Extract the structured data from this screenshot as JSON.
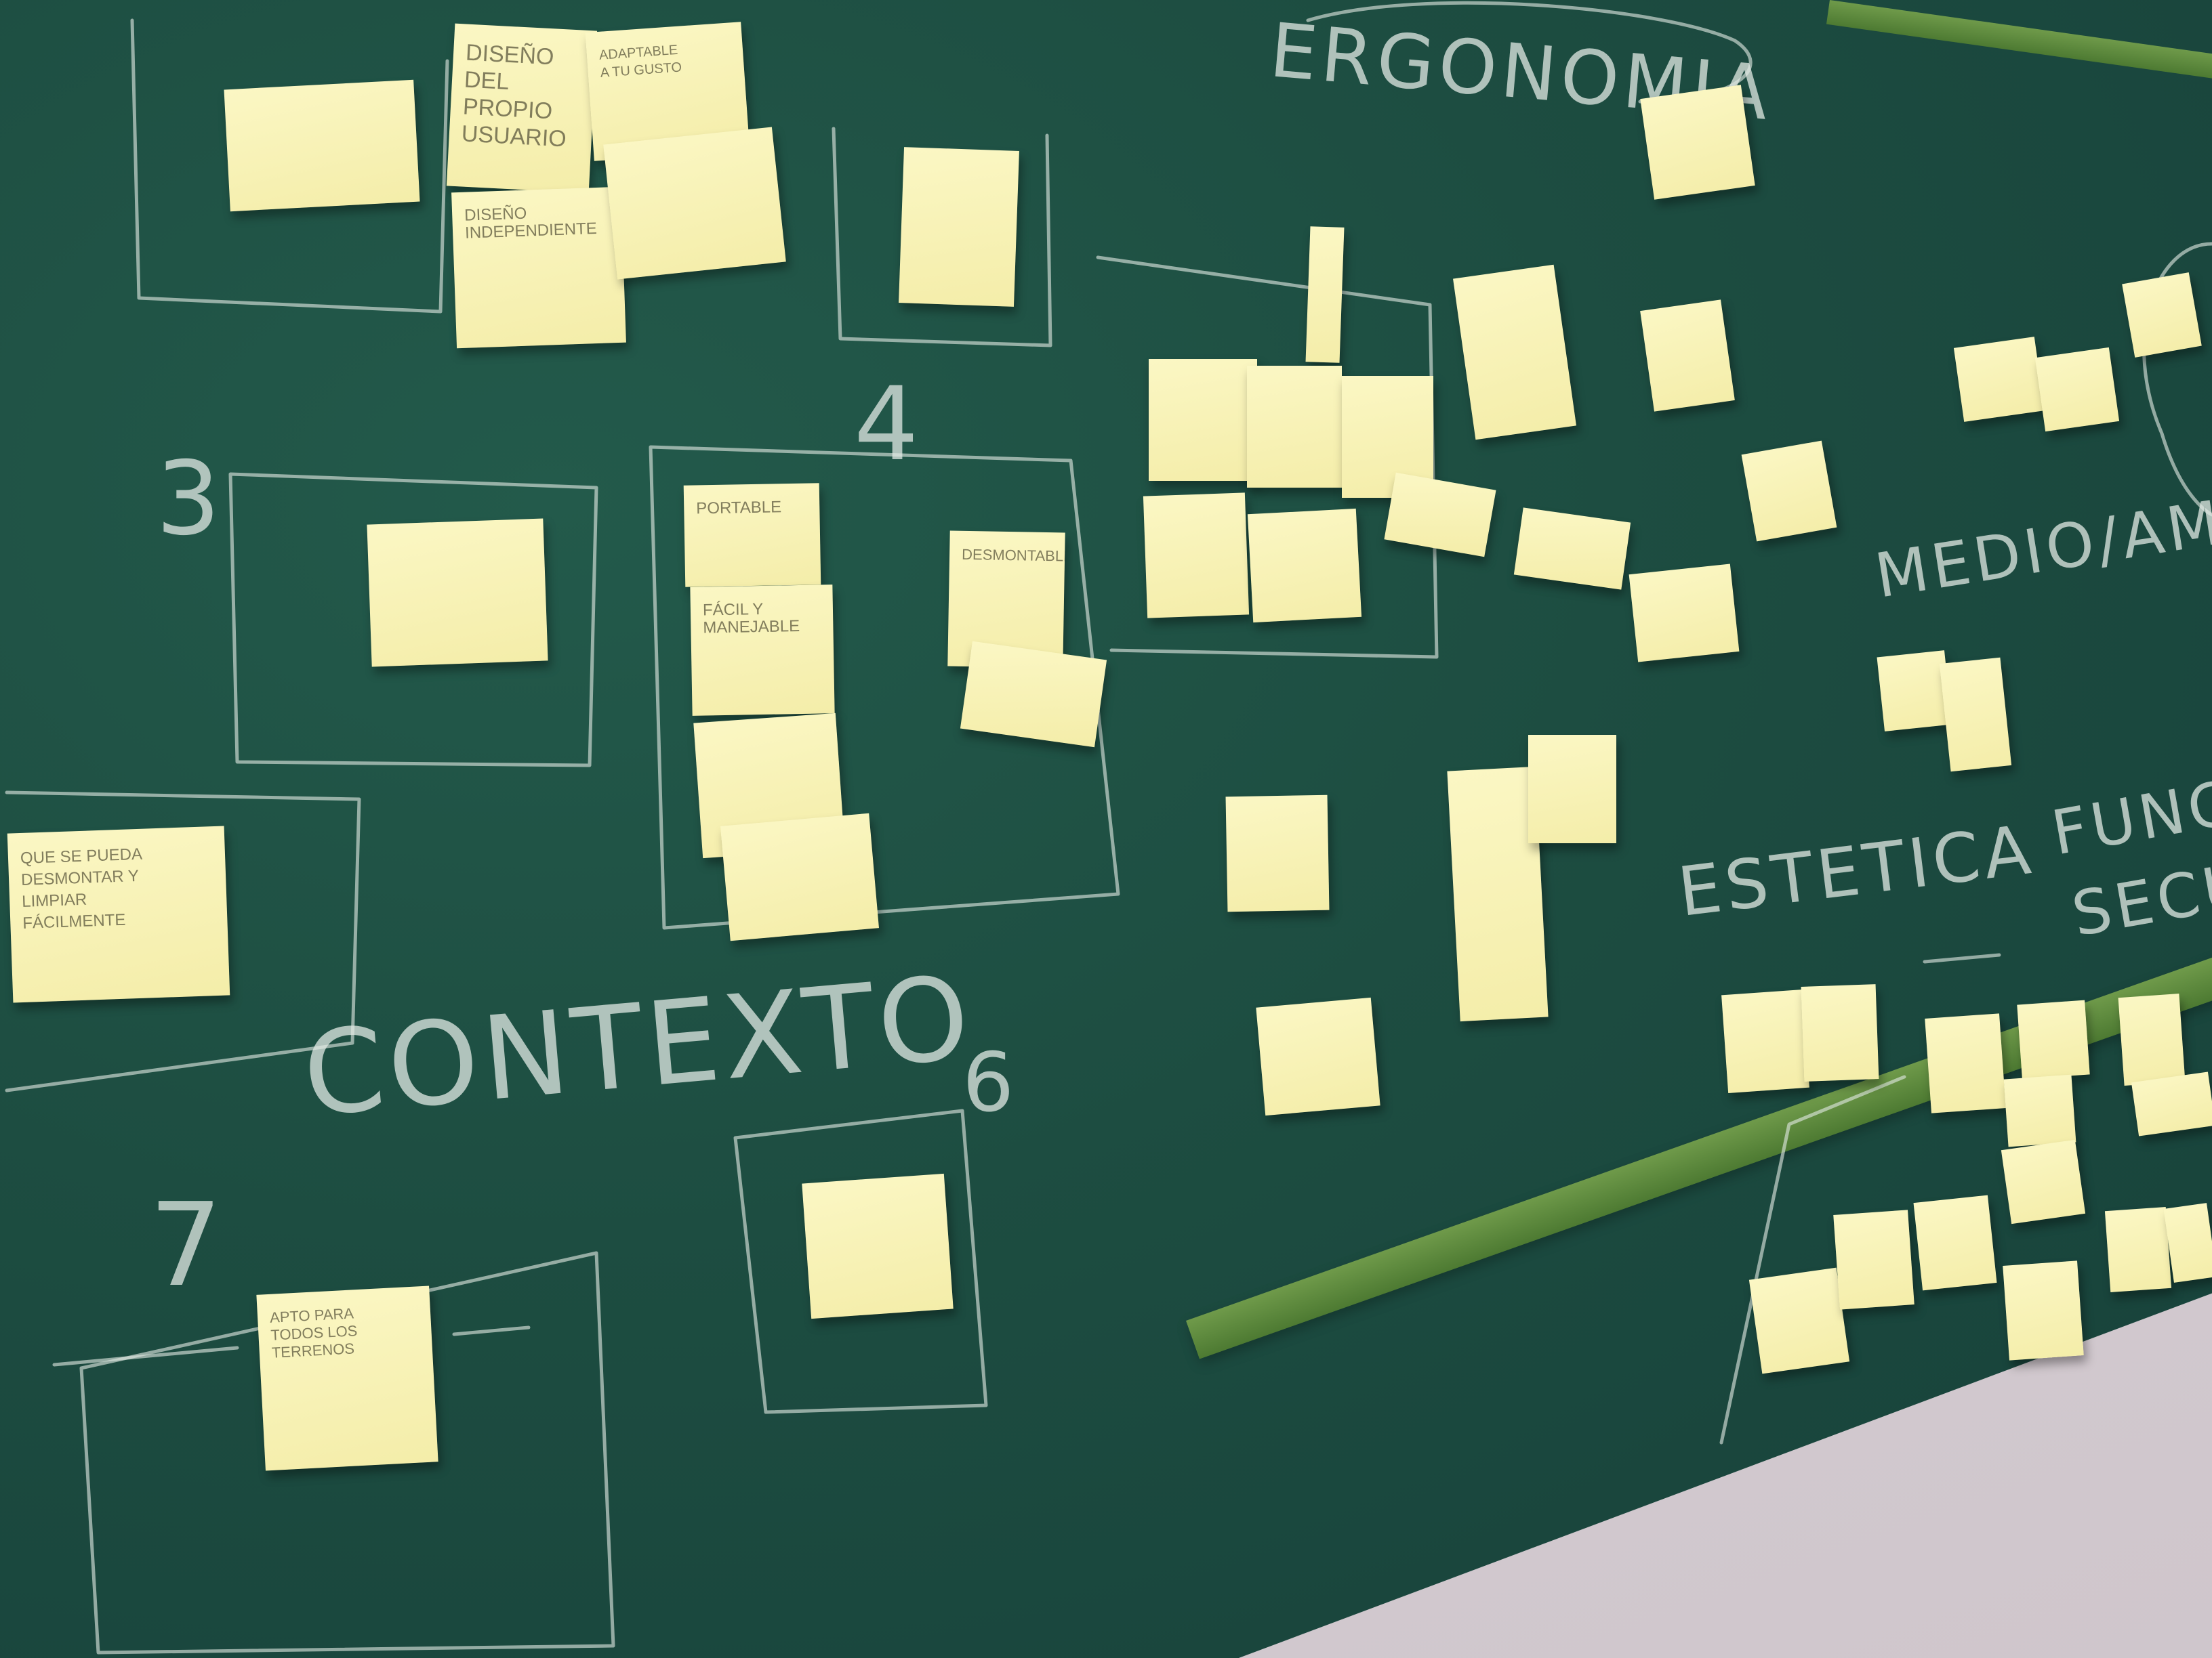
{
  "photo": {
    "subject": "chalkboard-with-sticky-notes",
    "colors": {
      "board": "#1d4d41",
      "chalk": "#e2eae4",
      "sticky_note": "#f6efb0",
      "tray": "#5f8a3e",
      "wall": "#d6cfd4"
    }
  },
  "chalk": {
    "contexto": "CONTEXTO",
    "estetica": "ESTETICA",
    "ergonomia": "ERGONOMIA",
    "medio_ambiente": "MEDIO/AMBIENTE",
    "funciones_secundarias_1": "FUNCIONES",
    "funciones_secundarias_2": "SECUNDA",
    "numbers": {
      "n3": "3",
      "n4": "4",
      "n6": "6",
      "n7": "7"
    }
  },
  "notes": [
    {
      "text": "DISEÑO\nDEL PROPIO\nUSUARIO"
    },
    {
      "text": "DISEÑO\nINDEPENDIENTE"
    },
    {
      "text": "ADAPTABLE\nA TU GUSTO"
    },
    {
      "text": "PORTABLE"
    },
    {
      "text": "FÁCIL Y\nMANEJABLE"
    },
    {
      "text": "DESMONTABLE"
    },
    {
      "text": "QUE SE PUEDA\nDESMONTAR Y\nLIMPIAR\nFÁCILMENTE"
    },
    {
      "text": "APTO PARA\nTODOS LOS\nTERRENOS"
    },
    {
      "text": ""
    }
  ]
}
